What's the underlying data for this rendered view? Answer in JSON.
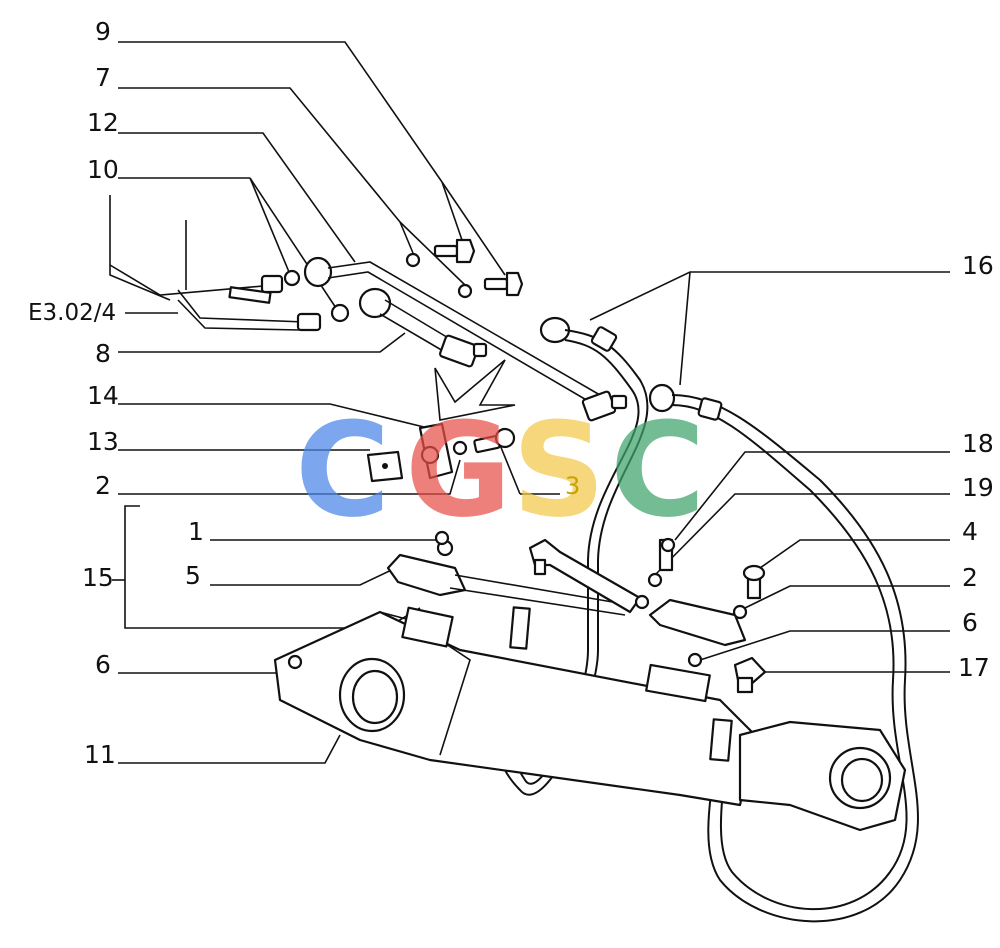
{
  "callouts": {
    "c9": "9",
    "c7": "7",
    "c12": "12",
    "c10": "10",
    "ref": "E3.02/4",
    "c8": "8",
    "c14": "14",
    "c13": "13",
    "c2a": "2",
    "c1": "1",
    "c5": "5",
    "c15": "15",
    "c6a": "6",
    "c11": "11",
    "c16": "16",
    "c18": "18",
    "c19": "19",
    "c4": "4",
    "c2b": "2",
    "c6b": "6",
    "c17": "17",
    "c3": "3"
  },
  "watermark": {
    "letters": [
      "C",
      "G",
      "S",
      "C"
    ],
    "colors": [
      "#4a86e8",
      "#e8504a",
      "#f4c94a",
      "#3fa36b"
    ]
  }
}
